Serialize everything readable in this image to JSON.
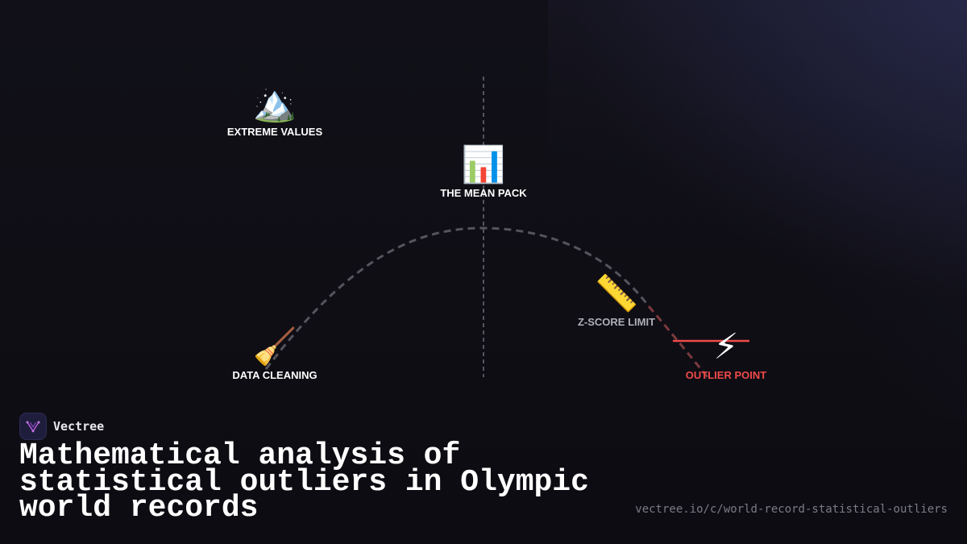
{
  "diagram": {
    "nodes": {
      "extreme_values": {
        "icon": "🏔️",
        "icon_name": "mountain-icon",
        "label": "EXTREME VALUES"
      },
      "mean_pack": {
        "icon": "📊",
        "icon_name": "bar-chart-icon",
        "label": "THE MEAN PACK"
      },
      "zscore_limit": {
        "icon": "📏",
        "icon_name": "ruler-icon",
        "label": "Z-SCORE LIMIT"
      },
      "data_cleaning": {
        "icon": "🧹",
        "icon_name": "broom-icon",
        "label": "DATA CLEANING"
      },
      "outlier_point": {
        "icon": "⚡",
        "icon_name": "lightning-icon",
        "label": "OUTLIER POINT"
      }
    },
    "colors": {
      "curve": "#55545c",
      "outlier_segment": "#7a3a3e",
      "center_line": "#6c6c74",
      "alert": "#f04a4a",
      "label": "#ffffff",
      "label_dim": "#aeb0b8"
    }
  },
  "brand": {
    "name": "Vectree",
    "logo_icon": "vectree-logo-icon",
    "logo_color": "#b45ad8"
  },
  "title": "Mathematical analysis of statistical outliers in Olympic world records",
  "url": "vectree.io/c/world-record-statistical-outliers"
}
